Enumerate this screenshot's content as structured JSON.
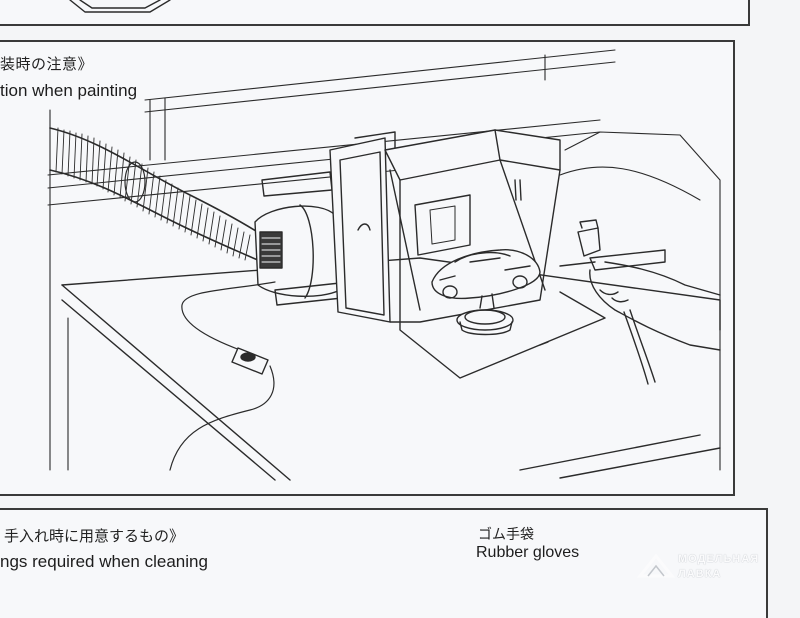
{
  "section_main": {
    "heading_jp": "装時の注意》",
    "heading_en": "tion when painting"
  },
  "section_cleaning": {
    "heading_jp": "手入れ時に用意するもの》",
    "heading_en": "ngs required when cleaning",
    "item_label_jp": "ゴム手袋",
    "item_label_en": "Rubber gloves"
  },
  "watermark": {
    "line1": "МОДЕЛЬНАЯ",
    "line2": "ЛАВКА"
  },
  "illustration": {
    "subject": "spray booth with exhaust hose, model car on turntable, airbrush in hand",
    "icons": [
      "exhaust-hose-icon",
      "spray-booth-icon",
      "power-switch-icon",
      "model-car-icon",
      "turntable-icon",
      "airbrush-icon",
      "glove-icon",
      "logo-icon"
    ]
  },
  "colors": {
    "paper": "#f4f5f7",
    "ink": "#2b2b2b",
    "watermark": "#ffffff"
  }
}
